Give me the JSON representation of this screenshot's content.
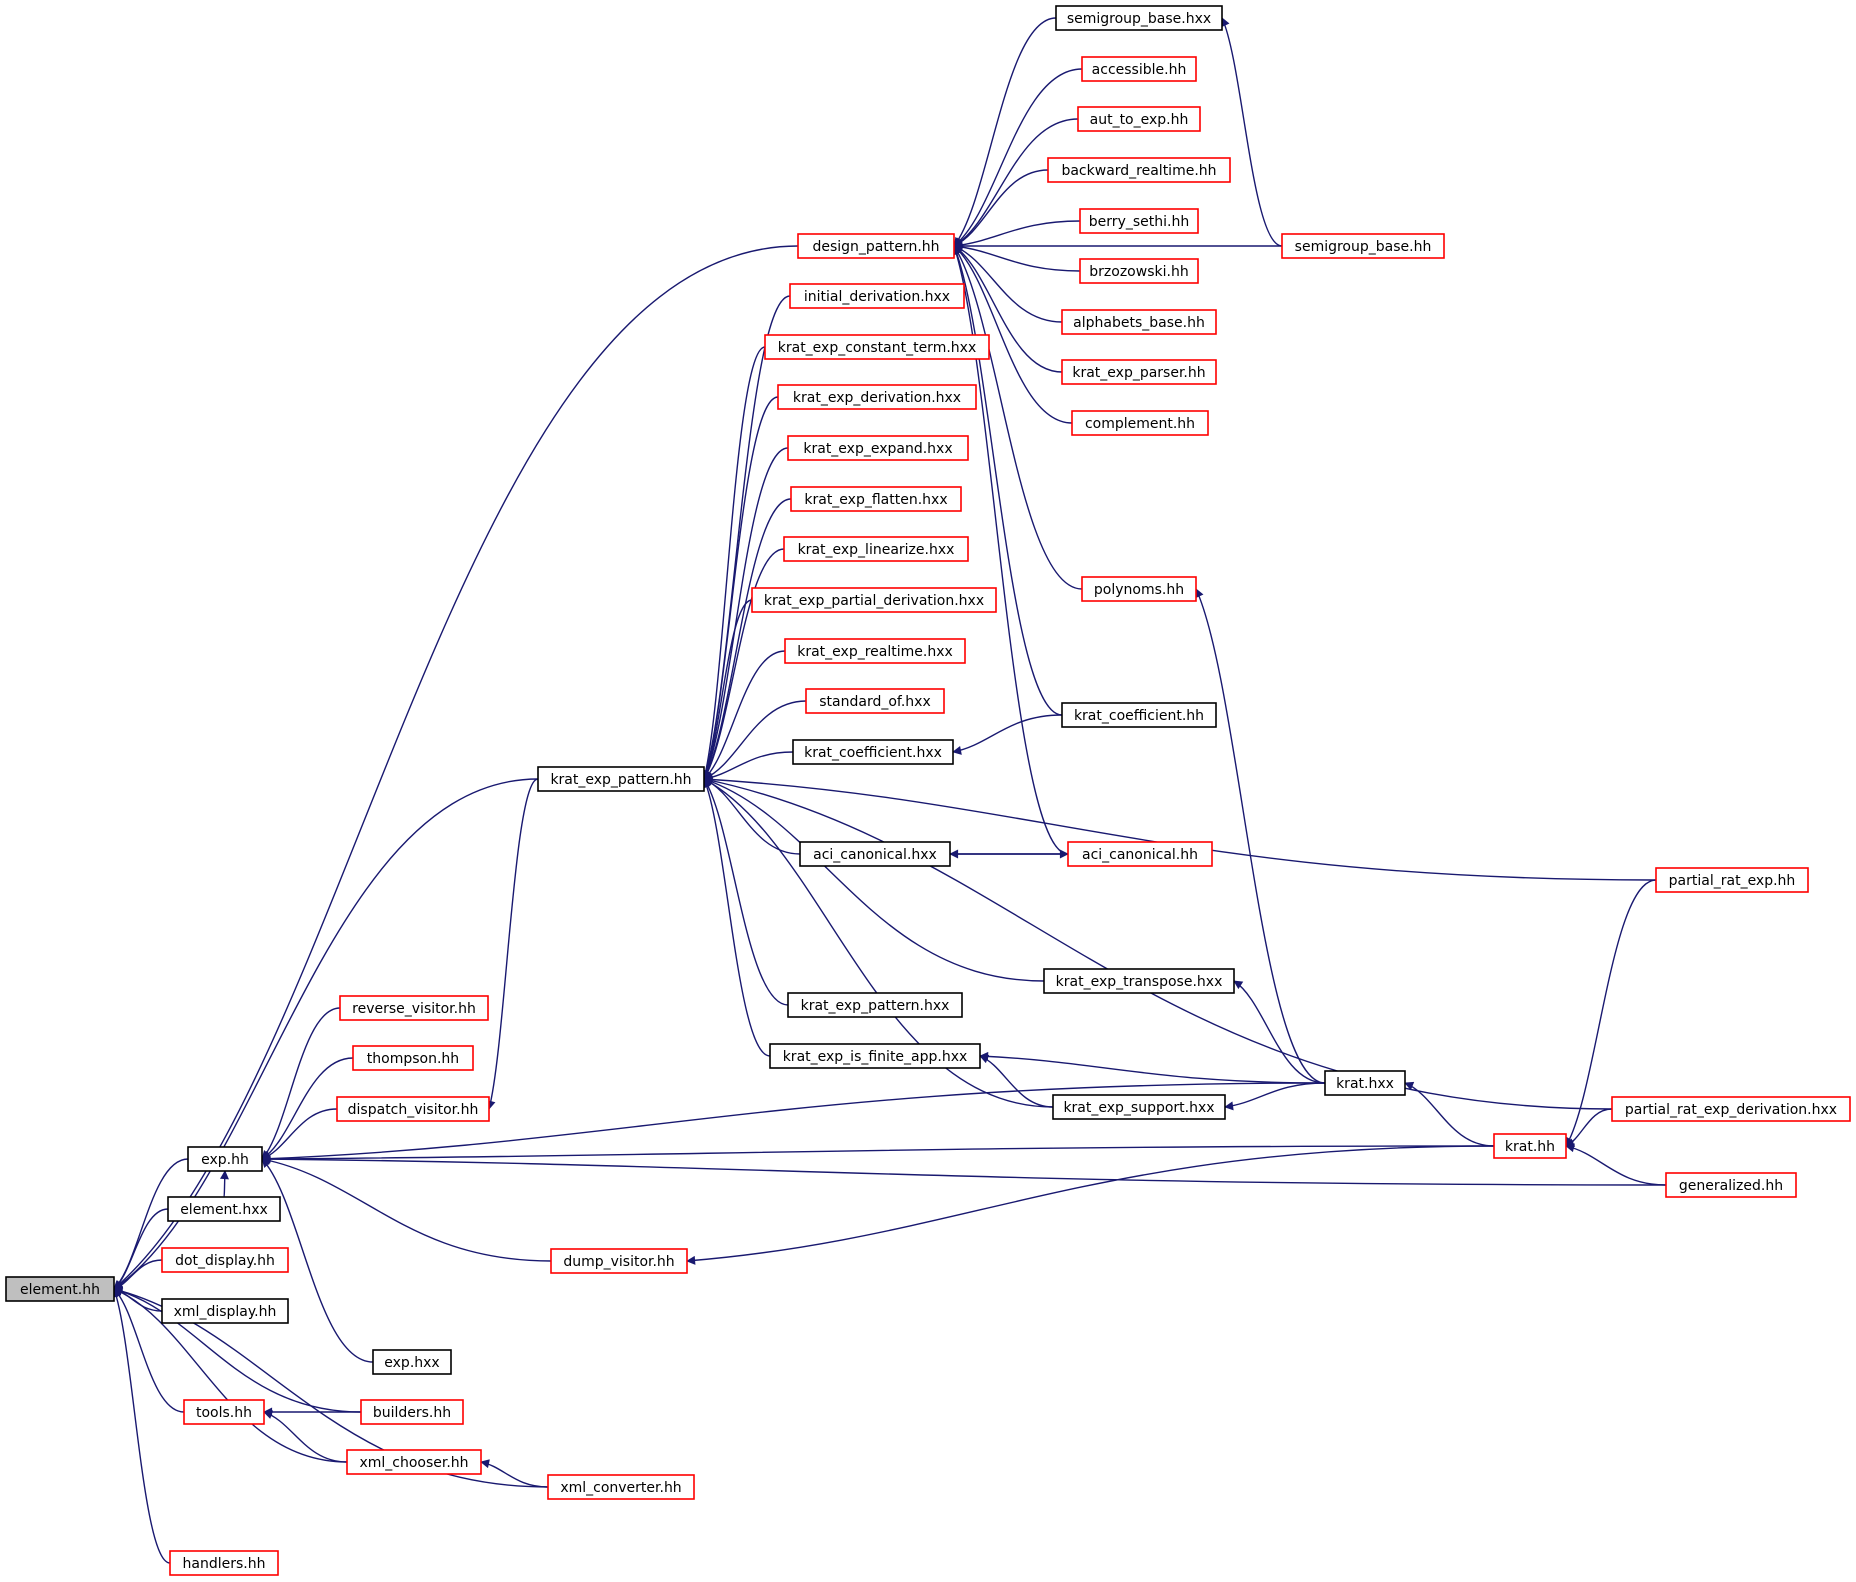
{
  "colors": {
    "edge": "#191970",
    "focus_fill": "#bfbfbf",
    "border_documented": "#000000",
    "border_undocumented": "#ff0000"
  },
  "nodes": [
    {
      "id": "element_hh",
      "label": "element.hh",
      "style": "focus"
    },
    {
      "id": "design_pattern_hh",
      "label": "design_pattern.hh",
      "style": "red"
    },
    {
      "id": "krat_exp_pattern_hh",
      "label": "krat_exp_pattern.hh",
      "style": "black"
    },
    {
      "id": "exp_hh",
      "label": "exp.hh",
      "style": "black"
    },
    {
      "id": "element_hxx",
      "label": "element.hxx",
      "style": "black"
    },
    {
      "id": "dot_display_hh",
      "label": "dot_display.hh",
      "style": "red"
    },
    {
      "id": "xml_display_hh",
      "label": "xml_display.hh",
      "style": "black"
    },
    {
      "id": "tools_hh",
      "label": "tools.hh",
      "style": "red"
    },
    {
      "id": "handlers_hh",
      "label": "handlers.hh",
      "style": "red"
    },
    {
      "id": "builders_hh",
      "label": "builders.hh",
      "style": "red"
    },
    {
      "id": "xml_chooser_hh",
      "label": "xml_chooser.hh",
      "style": "red"
    },
    {
      "id": "xml_converter_hh",
      "label": "xml_converter.hh",
      "style": "red"
    },
    {
      "id": "exp_hxx",
      "label": "exp.hxx",
      "style": "black"
    },
    {
      "id": "reverse_visitor_hh",
      "label": "reverse_visitor.hh",
      "style": "red"
    },
    {
      "id": "thompson_hh",
      "label": "thompson.hh",
      "style": "red"
    },
    {
      "id": "dispatch_visitor_hh",
      "label": "dispatch_visitor.hh",
      "style": "red"
    },
    {
      "id": "dump_visitor_hh",
      "label": "dump_visitor.hh",
      "style": "red"
    },
    {
      "id": "semigroup_base_hxx",
      "label": "semigroup_base.hxx",
      "style": "black"
    },
    {
      "id": "accessible_hh",
      "label": "accessible.hh",
      "style": "red"
    },
    {
      "id": "aut_to_exp_hh",
      "label": "aut_to_exp.hh",
      "style": "red"
    },
    {
      "id": "backward_realtime_hh",
      "label": "backward_realtime.hh",
      "style": "red"
    },
    {
      "id": "berry_sethi_hh",
      "label": "berry_sethi.hh",
      "style": "red"
    },
    {
      "id": "brzozowski_hh",
      "label": "brzozowski.hh",
      "style": "red"
    },
    {
      "id": "alphabets_base_hh",
      "label": "alphabets_base.hh",
      "style": "red"
    },
    {
      "id": "krat_exp_parser_hh",
      "label": "krat_exp_parser.hh",
      "style": "red"
    },
    {
      "id": "complement_hh",
      "label": "complement.hh",
      "style": "red"
    },
    {
      "id": "semigroup_base_hh",
      "label": "semigroup_base.hh",
      "style": "red"
    },
    {
      "id": "polynoms_hh",
      "label": "polynoms.hh",
      "style": "red"
    },
    {
      "id": "initial_derivation_hxx",
      "label": "initial_derivation.hxx",
      "style": "red"
    },
    {
      "id": "krat_exp_constant_term_hxx",
      "label": "krat_exp_constant_term.hxx",
      "style": "red"
    },
    {
      "id": "krat_exp_derivation_hxx",
      "label": "krat_exp_derivation.hxx",
      "style": "red"
    },
    {
      "id": "krat_exp_expand_hxx",
      "label": "krat_exp_expand.hxx",
      "style": "red"
    },
    {
      "id": "krat_exp_flatten_hxx",
      "label": "krat_exp_flatten.hxx",
      "style": "red"
    },
    {
      "id": "krat_exp_linearize_hxx",
      "label": "krat_exp_linearize.hxx",
      "style": "red"
    },
    {
      "id": "krat_exp_partial_derivation_hxx",
      "label": "krat_exp_partial_derivation.hxx",
      "style": "red"
    },
    {
      "id": "krat_exp_realtime_hxx",
      "label": "krat_exp_realtime.hxx",
      "style": "red"
    },
    {
      "id": "standard_of_hxx",
      "label": "standard_of.hxx",
      "style": "red"
    },
    {
      "id": "krat_coefficient_hxx",
      "label": "krat_coefficient.hxx",
      "style": "black"
    },
    {
      "id": "krat_coefficient_hh",
      "label": "krat_coefficient.hh",
      "style": "black"
    },
    {
      "id": "aci_canonical_hxx",
      "label": "aci_canonical.hxx",
      "style": "black"
    },
    {
      "id": "aci_canonical_hh",
      "label": "aci_canonical.hh",
      "style": "red"
    },
    {
      "id": "partial_rat_exp_hh",
      "label": "partial_rat_exp.hh",
      "style": "red"
    },
    {
      "id": "krat_exp_transpose_hxx",
      "label": "krat_exp_transpose.hxx",
      "style": "black"
    },
    {
      "id": "krat_exp_pattern_hxx",
      "label": "krat_exp_pattern.hxx",
      "style": "black"
    },
    {
      "id": "krat_exp_is_finite_app_hxx",
      "label": "krat_exp_is_finite_app.hxx",
      "style": "black"
    },
    {
      "id": "krat_exp_support_hxx",
      "label": "krat_exp_support.hxx",
      "style": "black"
    },
    {
      "id": "krat_hxx",
      "label": "krat.hxx",
      "style": "black"
    },
    {
      "id": "krat_hh",
      "label": "krat.hh",
      "style": "red"
    },
    {
      "id": "partial_rat_exp_derivation_hxx",
      "label": "partial_rat_exp_derivation.hxx",
      "style": "red"
    },
    {
      "id": "generalized_hh",
      "label": "generalized.hh",
      "style": "red"
    }
  ],
  "edges": [
    [
      "element_hh",
      "design_pattern_hh"
    ],
    [
      "element_hh",
      "krat_exp_pattern_hh"
    ],
    [
      "element_hh",
      "exp_hh"
    ],
    [
      "element_hh",
      "element_hxx"
    ],
    [
      "element_hh",
      "dot_display_hh"
    ],
    [
      "element_hh",
      "xml_display_hh"
    ],
    [
      "element_hh",
      "tools_hh"
    ],
    [
      "element_hh",
      "builders_hh"
    ],
    [
      "element_hh",
      "xml_chooser_hh"
    ],
    [
      "element_hh",
      "xml_converter_hh"
    ],
    [
      "element_hh",
      "handlers_hh"
    ],
    [
      "exp_hh",
      "element_hxx"
    ],
    [
      "exp_hh",
      "reverse_visitor_hh"
    ],
    [
      "exp_hh",
      "thompson_hh"
    ],
    [
      "exp_hh",
      "dispatch_visitor_hh"
    ],
    [
      "exp_hh",
      "krat_hxx"
    ],
    [
      "exp_hh",
      "krat_hh"
    ],
    [
      "exp_hh",
      "dump_visitor_hh"
    ],
    [
      "exp_hh",
      "generalized_hh"
    ],
    [
      "exp_hh",
      "exp_hxx"
    ],
    [
      "tools_hh",
      "builders_hh"
    ],
    [
      "tools_hh",
      "xml_chooser_hh"
    ],
    [
      "xml_chooser_hh",
      "xml_converter_hh"
    ],
    [
      "dispatch_visitor_hh",
      "krat_exp_pattern_hh"
    ],
    [
      "dump_visitor_hh",
      "krat_hh"
    ],
    [
      "design_pattern_hh",
      "semigroup_base_hxx"
    ],
    [
      "design_pattern_hh",
      "accessible_hh"
    ],
    [
      "design_pattern_hh",
      "aut_to_exp_hh"
    ],
    [
      "design_pattern_hh",
      "backward_realtime_hh"
    ],
    [
      "design_pattern_hh",
      "berry_sethi_hh"
    ],
    [
      "design_pattern_hh",
      "brzozowski_hh"
    ],
    [
      "design_pattern_hh",
      "alphabets_base_hh"
    ],
    [
      "design_pattern_hh",
      "krat_exp_parser_hh"
    ],
    [
      "design_pattern_hh",
      "complement_hh"
    ],
    [
      "design_pattern_hh",
      "semigroup_base_hh"
    ],
    [
      "design_pattern_hh",
      "polynoms_hh"
    ],
    [
      "design_pattern_hh",
      "krat_coefficient_hh"
    ],
    [
      "design_pattern_hh",
      "aci_canonical_hh"
    ],
    [
      "semigroup_base_hxx",
      "semigroup_base_hh"
    ],
    [
      "polynoms_hh",
      "krat_hxx"
    ],
    [
      "krat_exp_pattern_hh",
      "initial_derivation_hxx"
    ],
    [
      "krat_exp_pattern_hh",
      "krat_exp_constant_term_hxx"
    ],
    [
      "krat_exp_pattern_hh",
      "krat_exp_derivation_hxx"
    ],
    [
      "krat_exp_pattern_hh",
      "krat_exp_expand_hxx"
    ],
    [
      "krat_exp_pattern_hh",
      "krat_exp_flatten_hxx"
    ],
    [
      "krat_exp_pattern_hh",
      "krat_exp_linearize_hxx"
    ],
    [
      "krat_exp_pattern_hh",
      "krat_exp_partial_derivation_hxx"
    ],
    [
      "krat_exp_pattern_hh",
      "krat_exp_realtime_hxx"
    ],
    [
      "krat_exp_pattern_hh",
      "standard_of_hxx"
    ],
    [
      "krat_exp_pattern_hh",
      "krat_coefficient_hxx"
    ],
    [
      "krat_exp_pattern_hh",
      "partial_rat_exp_hh"
    ],
    [
      "krat_exp_pattern_hh",
      "aci_canonical_hxx"
    ],
    [
      "krat_exp_pattern_hh",
      "partial_rat_exp_derivation_hxx"
    ],
    [
      "krat_exp_pattern_hh",
      "krat_exp_transpose_hxx"
    ],
    [
      "krat_exp_pattern_hh",
      "krat_exp_pattern_hxx"
    ],
    [
      "krat_exp_pattern_hh",
      "krat_exp_is_finite_app_hxx"
    ],
    [
      "krat_exp_pattern_hh",
      "krat_exp_support_hxx"
    ],
    [
      "krat_coefficient_hxx",
      "krat_coefficient_hh"
    ],
    [
      "aci_canonical_hxx",
      "aci_canonical_hh"
    ],
    [
      "aci_canonical_hh",
      "aci_canonical_hxx"
    ],
    [
      "krat_exp_transpose_hxx",
      "krat_hxx"
    ],
    [
      "krat_exp_is_finite_app_hxx",
      "krat_hxx"
    ],
    [
      "krat_exp_is_finite_app_hxx",
      "krat_exp_support_hxx"
    ],
    [
      "krat_exp_support_hxx",
      "krat_hxx"
    ],
    [
      "krat_hxx",
      "krat_hh"
    ],
    [
      "krat_hh",
      "partial_rat_exp_hh"
    ],
    [
      "krat_hh",
      "partial_rat_exp_derivation_hxx"
    ],
    [
      "krat_hh",
      "generalized_hh"
    ]
  ]
}
